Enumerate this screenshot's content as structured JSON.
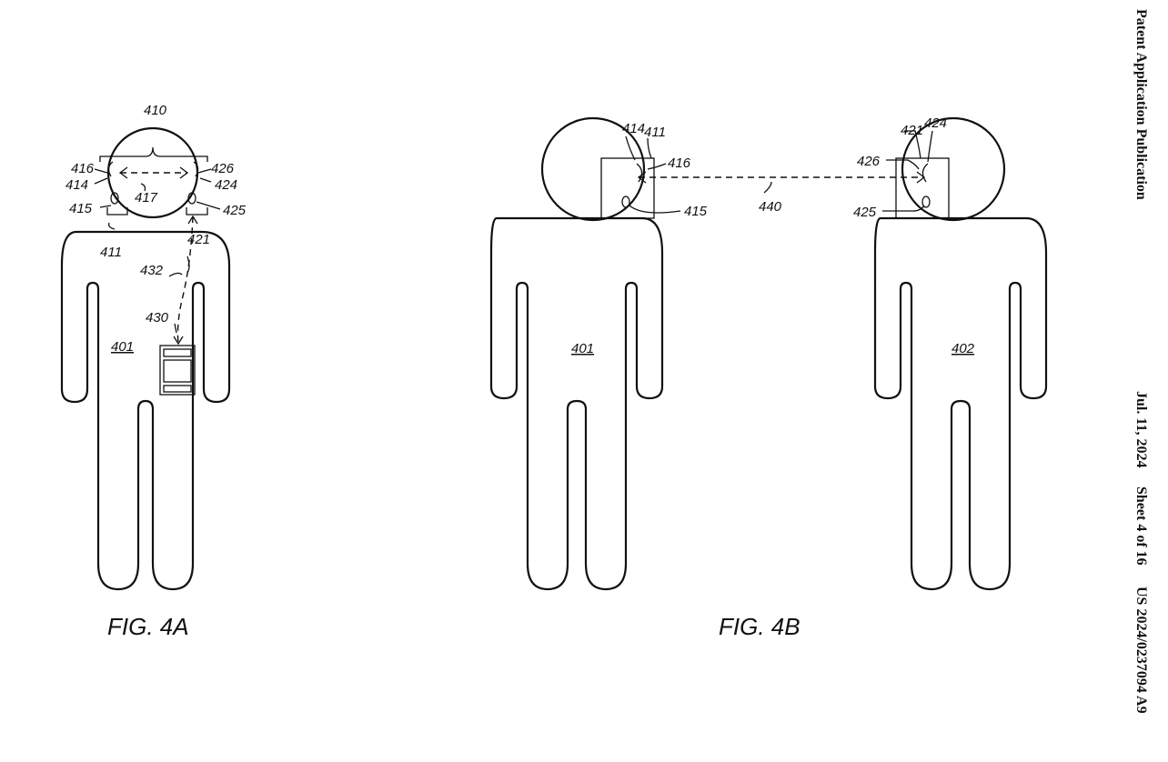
{
  "header": {
    "publication": "Patent Application Publication",
    "date": "Jul. 11, 2024",
    "sheet": "Sheet 4 of 16",
    "number": "US 2024/0237094 A9"
  },
  "fig4a": {
    "caption": "FIG. 4A",
    "labels": {
      "l410": "410",
      "l416": "416",
      "l414": "414",
      "l417": "417",
      "l426": "426",
      "l424": "424",
      "l415": "415",
      "l425": "425",
      "l411": "411",
      "l421": "421",
      "l432": "432",
      "l430": "430",
      "l401": "401"
    }
  },
  "fig4b": {
    "caption": "FIG. 4B",
    "labels": {
      "l414": "414",
      "l411": "411",
      "l416": "416",
      "l415": "415",
      "l440": "440",
      "l421": "421",
      "l424": "424",
      "l426": "426",
      "l425": "425",
      "l401": "401",
      "l402": "402"
    }
  }
}
